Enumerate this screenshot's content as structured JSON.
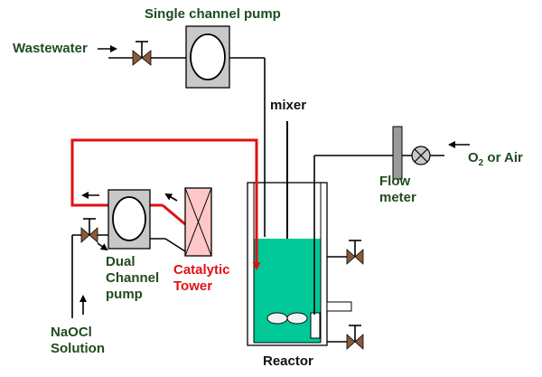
{
  "labels": {
    "single_pump": "Single channel pump",
    "wastewater": "Wastewater",
    "mixer": "mixer",
    "o2_prefix": "O",
    "o2_sub": "2",
    "o2_suffix": " or Air",
    "flow_line1": "Flow",
    "flow_line2": "meter",
    "dual_line1": "Dual",
    "dual_line2": "Channel",
    "dual_line3": "pump",
    "cat_line1": "Catalytic",
    "cat_line2": "Tower",
    "naocl_line1": "NaOCl",
    "naocl_line2": "Solution",
    "reactor": "Reactor"
  },
  "colors": {
    "liquid": "#00c896",
    "red_line": "#e01010",
    "valve": "#8b5a3c",
    "pump_body": "#c8c8c8",
    "label_green": "#1f4d1f"
  }
}
